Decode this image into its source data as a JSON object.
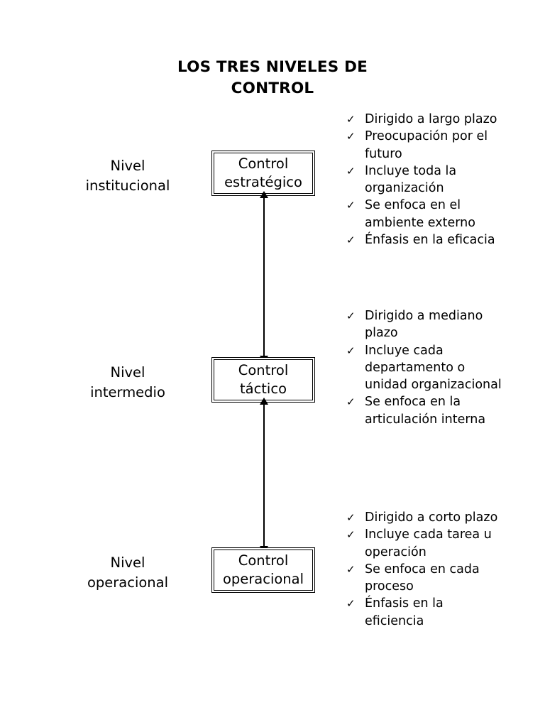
{
  "document": {
    "title_lines": [
      "LOS TRES NIVELES DE",
      "CONTROL"
    ],
    "bullet_glyph": "✓",
    "text_color": "#000000",
    "background_color": "#ffffff"
  },
  "levels": [
    {
      "label_lines": [
        "Nivel",
        "institucional"
      ],
      "box_lines": [
        "Control",
        "estratégico"
      ],
      "bullets": [
        "Dirigido a largo plazo",
        "Preocupación por el futuro",
        "Incluye toda la organización",
        "Se enfoca en el ambiente externo",
        "Énfasis en la eficacia"
      ]
    },
    {
      "label_lines": [
        "Nivel",
        "intermedio"
      ],
      "box_lines": [
        "Control",
        "táctico"
      ],
      "bullets": [
        "Dirigido a mediano plazo",
        "Incluye cada departamento o unidad organizacional",
        "Se enfoca en la articulación interna"
      ]
    },
    {
      "label_lines": [
        "Nivel",
        "operacional"
      ],
      "box_lines": [
        "Control",
        "operacional"
      ],
      "bullets": [
        "Dirigido a corto plazo",
        "Incluye cada tarea u operación",
        "Se enfoca en cada proceso",
        "Énfasis en la eficiencia"
      ]
    }
  ],
  "connectors": [
    {
      "from": "Control estratégico",
      "to": "Control táctico",
      "style": "double-headed-vertical-arrow"
    },
    {
      "from": "Control táctico",
      "to": "Control operacional",
      "style": "double-headed-vertical-arrow"
    }
  ]
}
